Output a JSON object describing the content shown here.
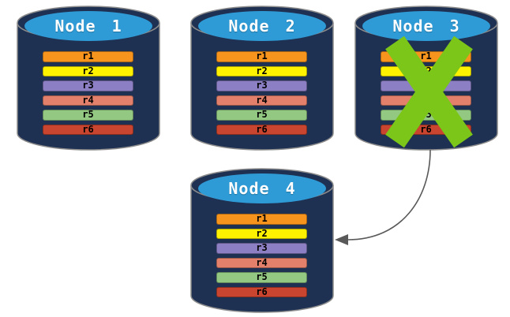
{
  "colors": {
    "background": "#ffffff",
    "cylinder_body": "#1F3153",
    "cylinder_top": "#2E9BD6",
    "cylinder_outline": "#8C8C8C",
    "failure_x": "#7BC618",
    "arrow": "#595959",
    "node_title_color": "#ffffff",
    "replica_label_color": "#000000"
  },
  "replicas": [
    {
      "label": "r1",
      "color": "#F7941D"
    },
    {
      "label": "r2",
      "color": "#FFF200"
    },
    {
      "label": "r3",
      "color": "#8C7FC4"
    },
    {
      "label": "r4",
      "color": "#E2806B"
    },
    {
      "label": "r5",
      "color": "#92C882"
    },
    {
      "label": "r6",
      "color": "#C9452F"
    }
  ],
  "nodes": [
    {
      "title": "Node 1",
      "failed": false
    },
    {
      "title": "Node 2",
      "failed": false
    },
    {
      "title": "Node 3",
      "failed": true
    },
    {
      "title": "Node 4",
      "failed": false
    }
  ],
  "arrow": {
    "from_node": "Node 3",
    "to_node": "Node 4"
  }
}
